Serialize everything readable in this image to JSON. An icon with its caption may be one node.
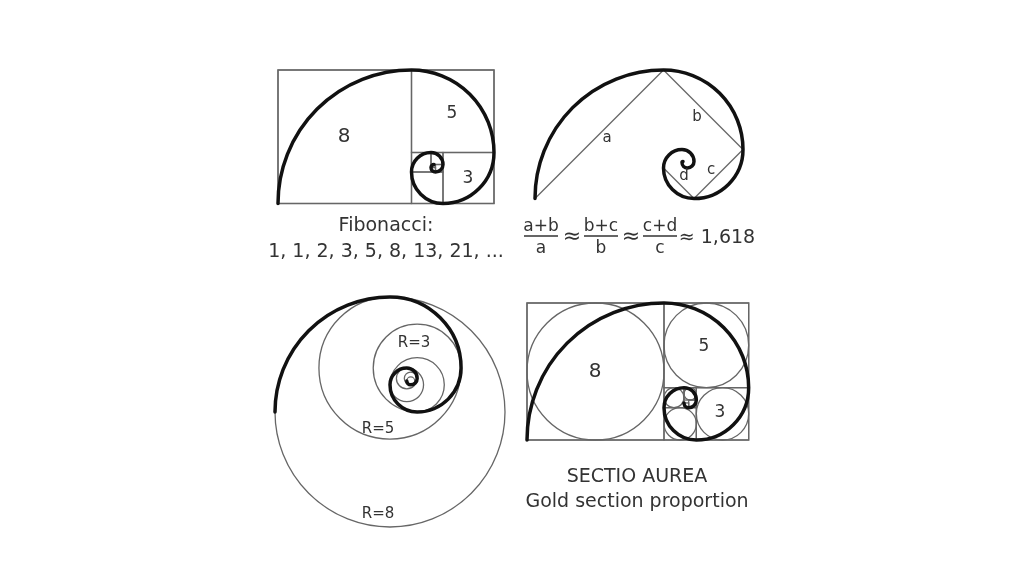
{
  "diagram": {
    "labels": [
      "8",
      "5",
      "3",
      "Fibonacci:",
      "1, 1, 2, 3, 5, 8, 13, 21, ...",
      "b",
      "a",
      "c",
      "d",
      "a+b",
      "a",
      "≈",
      "b+c",
      "b",
      "≈",
      "c+d",
      "c",
      "≈ 1,618",
      "R=3",
      "R=5",
      "R=8",
      "5",
      "8",
      "3",
      "SECTIO AUREA",
      "Gold section proportion"
    ]
  }
}
